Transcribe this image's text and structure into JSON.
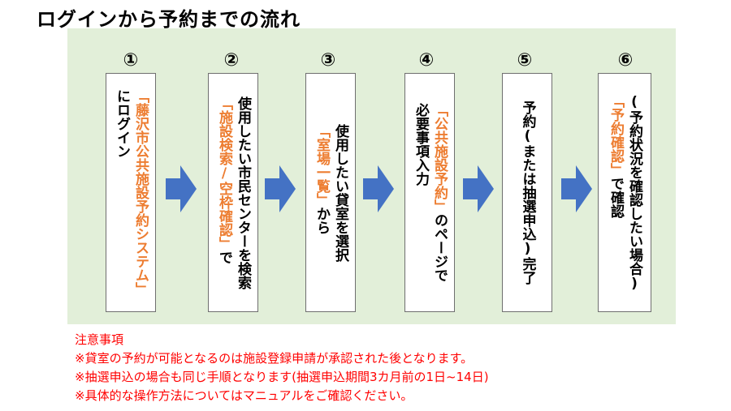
{
  "title": "ログインから予約までの流れ",
  "colors": {
    "panel_bg": "#e2efd9",
    "accent": "#ed7d31",
    "arrow": "#4472c4",
    "note": "#ff0000"
  },
  "steps": [
    {
      "num": "①",
      "col1_pre": "",
      "col1_accent": "「藤沢市公共施設予約システム」",
      "col1_post": "",
      "col2": "にログイン"
    },
    {
      "num": "②",
      "col1_pre": "使用したい市民センターを検索",
      "col1_accent": "",
      "col1_post": "",
      "col2": "「施設検索/空枠確認」で"
    },
    {
      "num": "③",
      "col1_pre": "使用したい貸室を選択",
      "col1_accent": "",
      "col1_post": "",
      "col2": "「室場一覧」から"
    },
    {
      "num": "④",
      "col1_pre": "",
      "col1_accent": "「公共施設予約」",
      "col1_post": "のページで",
      "col2": "必要事項入力"
    },
    {
      "num": "⑤",
      "col1_pre": "予約(または抽選申込)完了",
      "col1_accent": "",
      "col1_post": "",
      "col2": ""
    },
    {
      "num": "⑥",
      "col1_pre": "(予約状況を確認したい場合)",
      "col1_accent": "",
      "col1_post": "",
      "col2": "「予約確認」で確認"
    }
  ],
  "notes": {
    "heading": "注意事項",
    "items": [
      "※貸室の予約が可能となるのは施設登録申請が承認された後となります。",
      "※抽選申込の場合も同じ手順となります(抽選申込期間3カ月前の1日~14日)",
      "※具体的な操作方法についてはマニュアルをご確認ください。"
    ]
  }
}
